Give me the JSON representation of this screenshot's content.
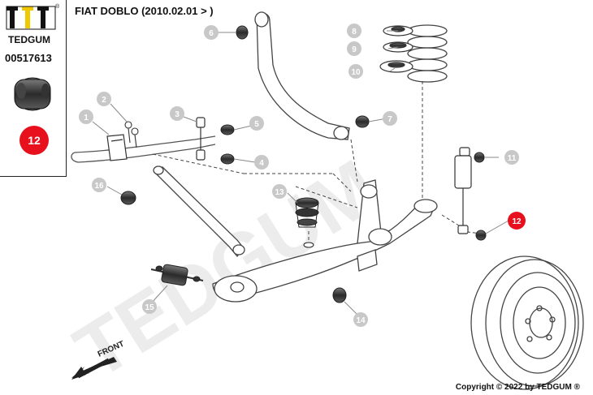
{
  "header": {
    "brand": "TEDGUM",
    "part_number": "00517613",
    "title": "FIAT DOBLO (2010.02.01 > )",
    "highlight_color": "#e8101c",
    "selected_callout": "12"
  },
  "diagram": {
    "watermark": "TEDGUM",
    "front_label": "FRONT",
    "callouts": [
      {
        "id": "1"
      },
      {
        "id": "2"
      },
      {
        "id": "3"
      },
      {
        "id": "4"
      },
      {
        "id": "5"
      },
      {
        "id": "6"
      },
      {
        "id": "7"
      },
      {
        "id": "8"
      },
      {
        "id": "9"
      },
      {
        "id": "10"
      },
      {
        "id": "11"
      },
      {
        "id": "12"
      },
      {
        "id": "13"
      },
      {
        "id": "14"
      },
      {
        "id": "15"
      },
      {
        "id": "16"
      }
    ]
  },
  "footer": {
    "copyright": "Copyright © 2022 by TEDGUM ®"
  }
}
